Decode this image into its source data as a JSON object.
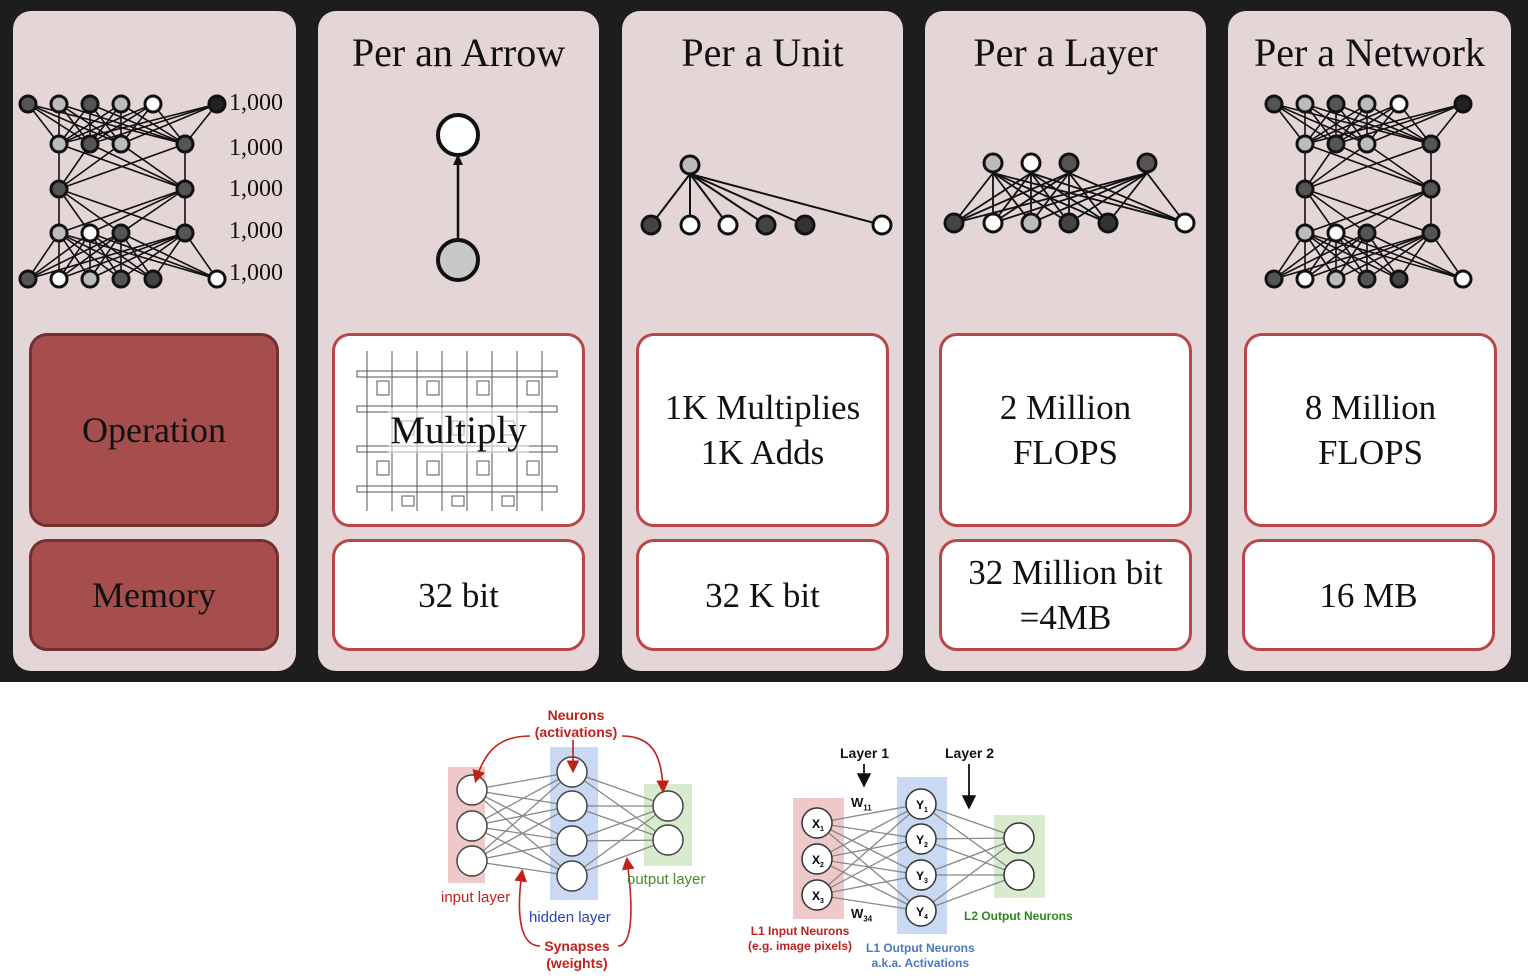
{
  "columns": [
    {
      "title": "",
      "operation": "Operation",
      "memory": "Memory",
      "layer_counts": [
        "1,000",
        "1,000",
        "1,000",
        "1,000",
        "1,000"
      ]
    },
    {
      "title": "Per an Arrow",
      "operation": "Multiply",
      "memory": "32 bit"
    },
    {
      "title": "Per a Unit",
      "operation_line1": "1K Multiplies",
      "operation_line2": "1K Adds",
      "memory": "32 K bit"
    },
    {
      "title": "Per a Layer",
      "operation_line1": "2 Million",
      "operation_line2": "FLOPS",
      "memory_line1": "32 Million bit",
      "memory_line2": "=4MB"
    },
    {
      "title": "Per a Network",
      "operation_line1": "8 Million",
      "operation_line2": "FLOPS",
      "memory": "16 MB"
    }
  ],
  "diagram_left": {
    "neurons_label": "Neurons\n(activations)",
    "input_layer": "input layer",
    "hidden_layer": "hidden layer",
    "output_layer": "output layer",
    "synapses_label": "Synapses\n(weights)"
  },
  "diagram_right": {
    "layer1": "Layer 1",
    "layer2": "Layer 2",
    "w11": "W",
    "w11_sub": "11",
    "w34": "W",
    "w34_sub": "34",
    "x_nodes": [
      "X",
      "X",
      "X"
    ],
    "x_subs": [
      "1",
      "2",
      "3"
    ],
    "y_nodes": [
      "Y",
      "Y",
      "Y",
      "Y"
    ],
    "y_subs": [
      "1",
      "2",
      "3",
      "4"
    ],
    "l1_input": "L1 Input Neurons\n(e.g. image pixels)",
    "l1_output": "L1 Output Neurons\na.k.a. Activations",
    "l2_output": "L2 Output Neurons"
  },
  "colors": {
    "panel_bg": "#1d1d1d",
    "column_bg": "#e4d6d6",
    "box_border": "#b9464b",
    "dark_box": "#a64e4e",
    "red_label": "#c0211b",
    "blue_label": "#2a3fbf",
    "green_label": "#4a8a2a",
    "input_shade": "#efc9c9",
    "hidden_shade": "#c9d8f3",
    "output_shade": "#d8ebcf"
  },
  "icons": [
    "network-icon",
    "arrow-connection-icon",
    "unit-fan-in-icon",
    "layer-icon",
    "multiplier-circuit-icon"
  ]
}
